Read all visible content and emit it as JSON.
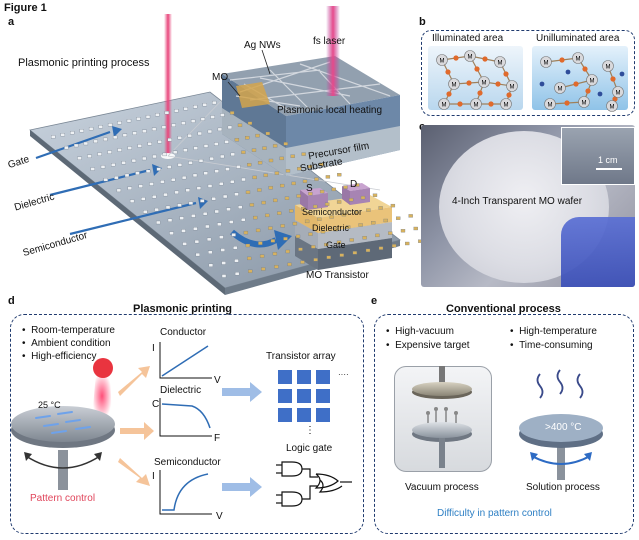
{
  "figure_title": "Figure 1",
  "panels": {
    "a": {
      "letter": "a",
      "title": "Plasmonic printing process",
      "ag_nws": "Ag NWs",
      "fs_laser": "fs laser",
      "mo": "MO",
      "local_heating": "Plasmonic local heating",
      "precursor": "Precursor film",
      "substrate": "Substrate",
      "gate": "Gate",
      "dielectric": "Dielectric",
      "semiconductor": "Semiconductor",
      "stack": {
        "s": "S",
        "d": "D",
        "semiconductor": "Semiconductor",
        "dielectric": "Dielectric",
        "gate": "Gate"
      },
      "transistor": "MO Transistor",
      "colors": {
        "laser": "#e8467c",
        "arrow": "#2f6db5"
      }
    },
    "b": {
      "letter": "b",
      "illuminated": "Illuminated area",
      "unilluminated": "Unilluminated area",
      "atom": "M"
    },
    "c": {
      "letter": "c",
      "wafer": "4-Inch Transparent MO wafer",
      "scale": "1 cm"
    },
    "d": {
      "letter": "d",
      "title": "Plasmonic printing",
      "bullets": [
        "Room-temperature",
        "Ambient condition",
        "High-efficiency"
      ],
      "temp": "25 °C",
      "pattern_control": "Pattern control",
      "conductor": "Conductor",
      "conductor_y": "I",
      "conductor_x": "V",
      "dielectric": "Dielectric",
      "dielectric_y": "C",
      "dielectric_x": "F",
      "semiconductor": "Semiconductor",
      "semiconductor_y": "I",
      "semiconductor_x": "V",
      "transistor_array": "Transistor array",
      "logic_gate": "Logic gate",
      "ellipsis_h": "····",
      "ellipsis_v": "⋮",
      "colors": {
        "pattern_control": "#e0455b",
        "tile": "#3f6fc7"
      }
    },
    "e": {
      "letter": "e",
      "title": "Conventional process",
      "left_bullets": [
        "High-vacuum",
        "Expensive target"
      ],
      "right_bullets": [
        "High-temperature",
        "Time-consuming"
      ],
      "vacuum": "Vacuum process",
      "solution": "Solution process",
      "temp": ">400 °C",
      "difficulty": "Difficulty in pattern control",
      "colors": {
        "difficulty": "#2d7fc4"
      }
    }
  }
}
